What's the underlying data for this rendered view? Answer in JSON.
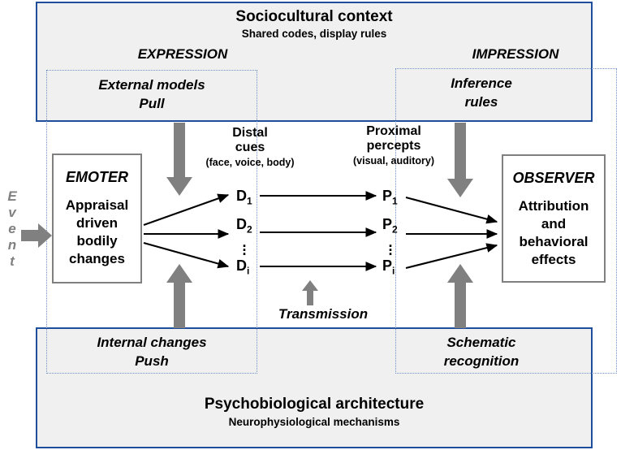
{
  "figure": {
    "context_band": {
      "title": "Sociocultural context",
      "subtitle": "Shared codes, display rules"
    },
    "architecture_band": {
      "title": "Psychobiological architecture",
      "subtitle": "Neurophysiological mechanisms"
    },
    "side_labels": {
      "expression": "EXPRESSION",
      "impression": "IMPRESSION"
    },
    "subframes": {
      "external_models": "External models\nPull",
      "external_models_line1": "External models",
      "external_models_line2": "Pull",
      "inference_rules_line1": "Inference",
      "inference_rules_line2": "rules",
      "internal_changes_line1": "Internal changes",
      "internal_changes_line2": "Push",
      "schematic_line1": "Schematic",
      "schematic_line2": "recognition"
    },
    "transmission_label": "Transmission",
    "event_label": "Event",
    "headers": {
      "distal_line1": "Distal",
      "distal_line2": "cues",
      "distal_line3": "(face, voice, body)",
      "proximal_line1": "Proximal",
      "proximal_line2": "percepts",
      "proximal_line3": "(visual, auditory)"
    },
    "emoter": {
      "title": "EMOTER",
      "body_line1": "Appraisal",
      "body_line2": "driven",
      "body_line3": "bodily",
      "body_line4": "changes"
    },
    "observer": {
      "title": "OBSERVER",
      "body_line1": "Attribution",
      "body_line2": "and",
      "body_line3": "behavioral",
      "body_line4": "effects"
    },
    "distal_cues": [
      {
        "base": "D",
        "sub": "1"
      },
      {
        "base": "D",
        "sub": "2"
      },
      {
        "base": "D",
        "sub": "i"
      }
    ],
    "proximal_percepts": [
      {
        "base": "P",
        "sub": "1"
      },
      {
        "base": "P",
        "sub": "2"
      },
      {
        "base": "P",
        "sub": "i"
      }
    ],
    "ellipsis": "⋮",
    "colors": {
      "band_border": "#1f4e9c",
      "band_fill": "#f0f0f0",
      "dotted_border": "#6f8fc4",
      "actor_border": "#808080",
      "gray_arrow": "#808080",
      "black_arrow": "#000000",
      "event_text": "#808080"
    }
  }
}
